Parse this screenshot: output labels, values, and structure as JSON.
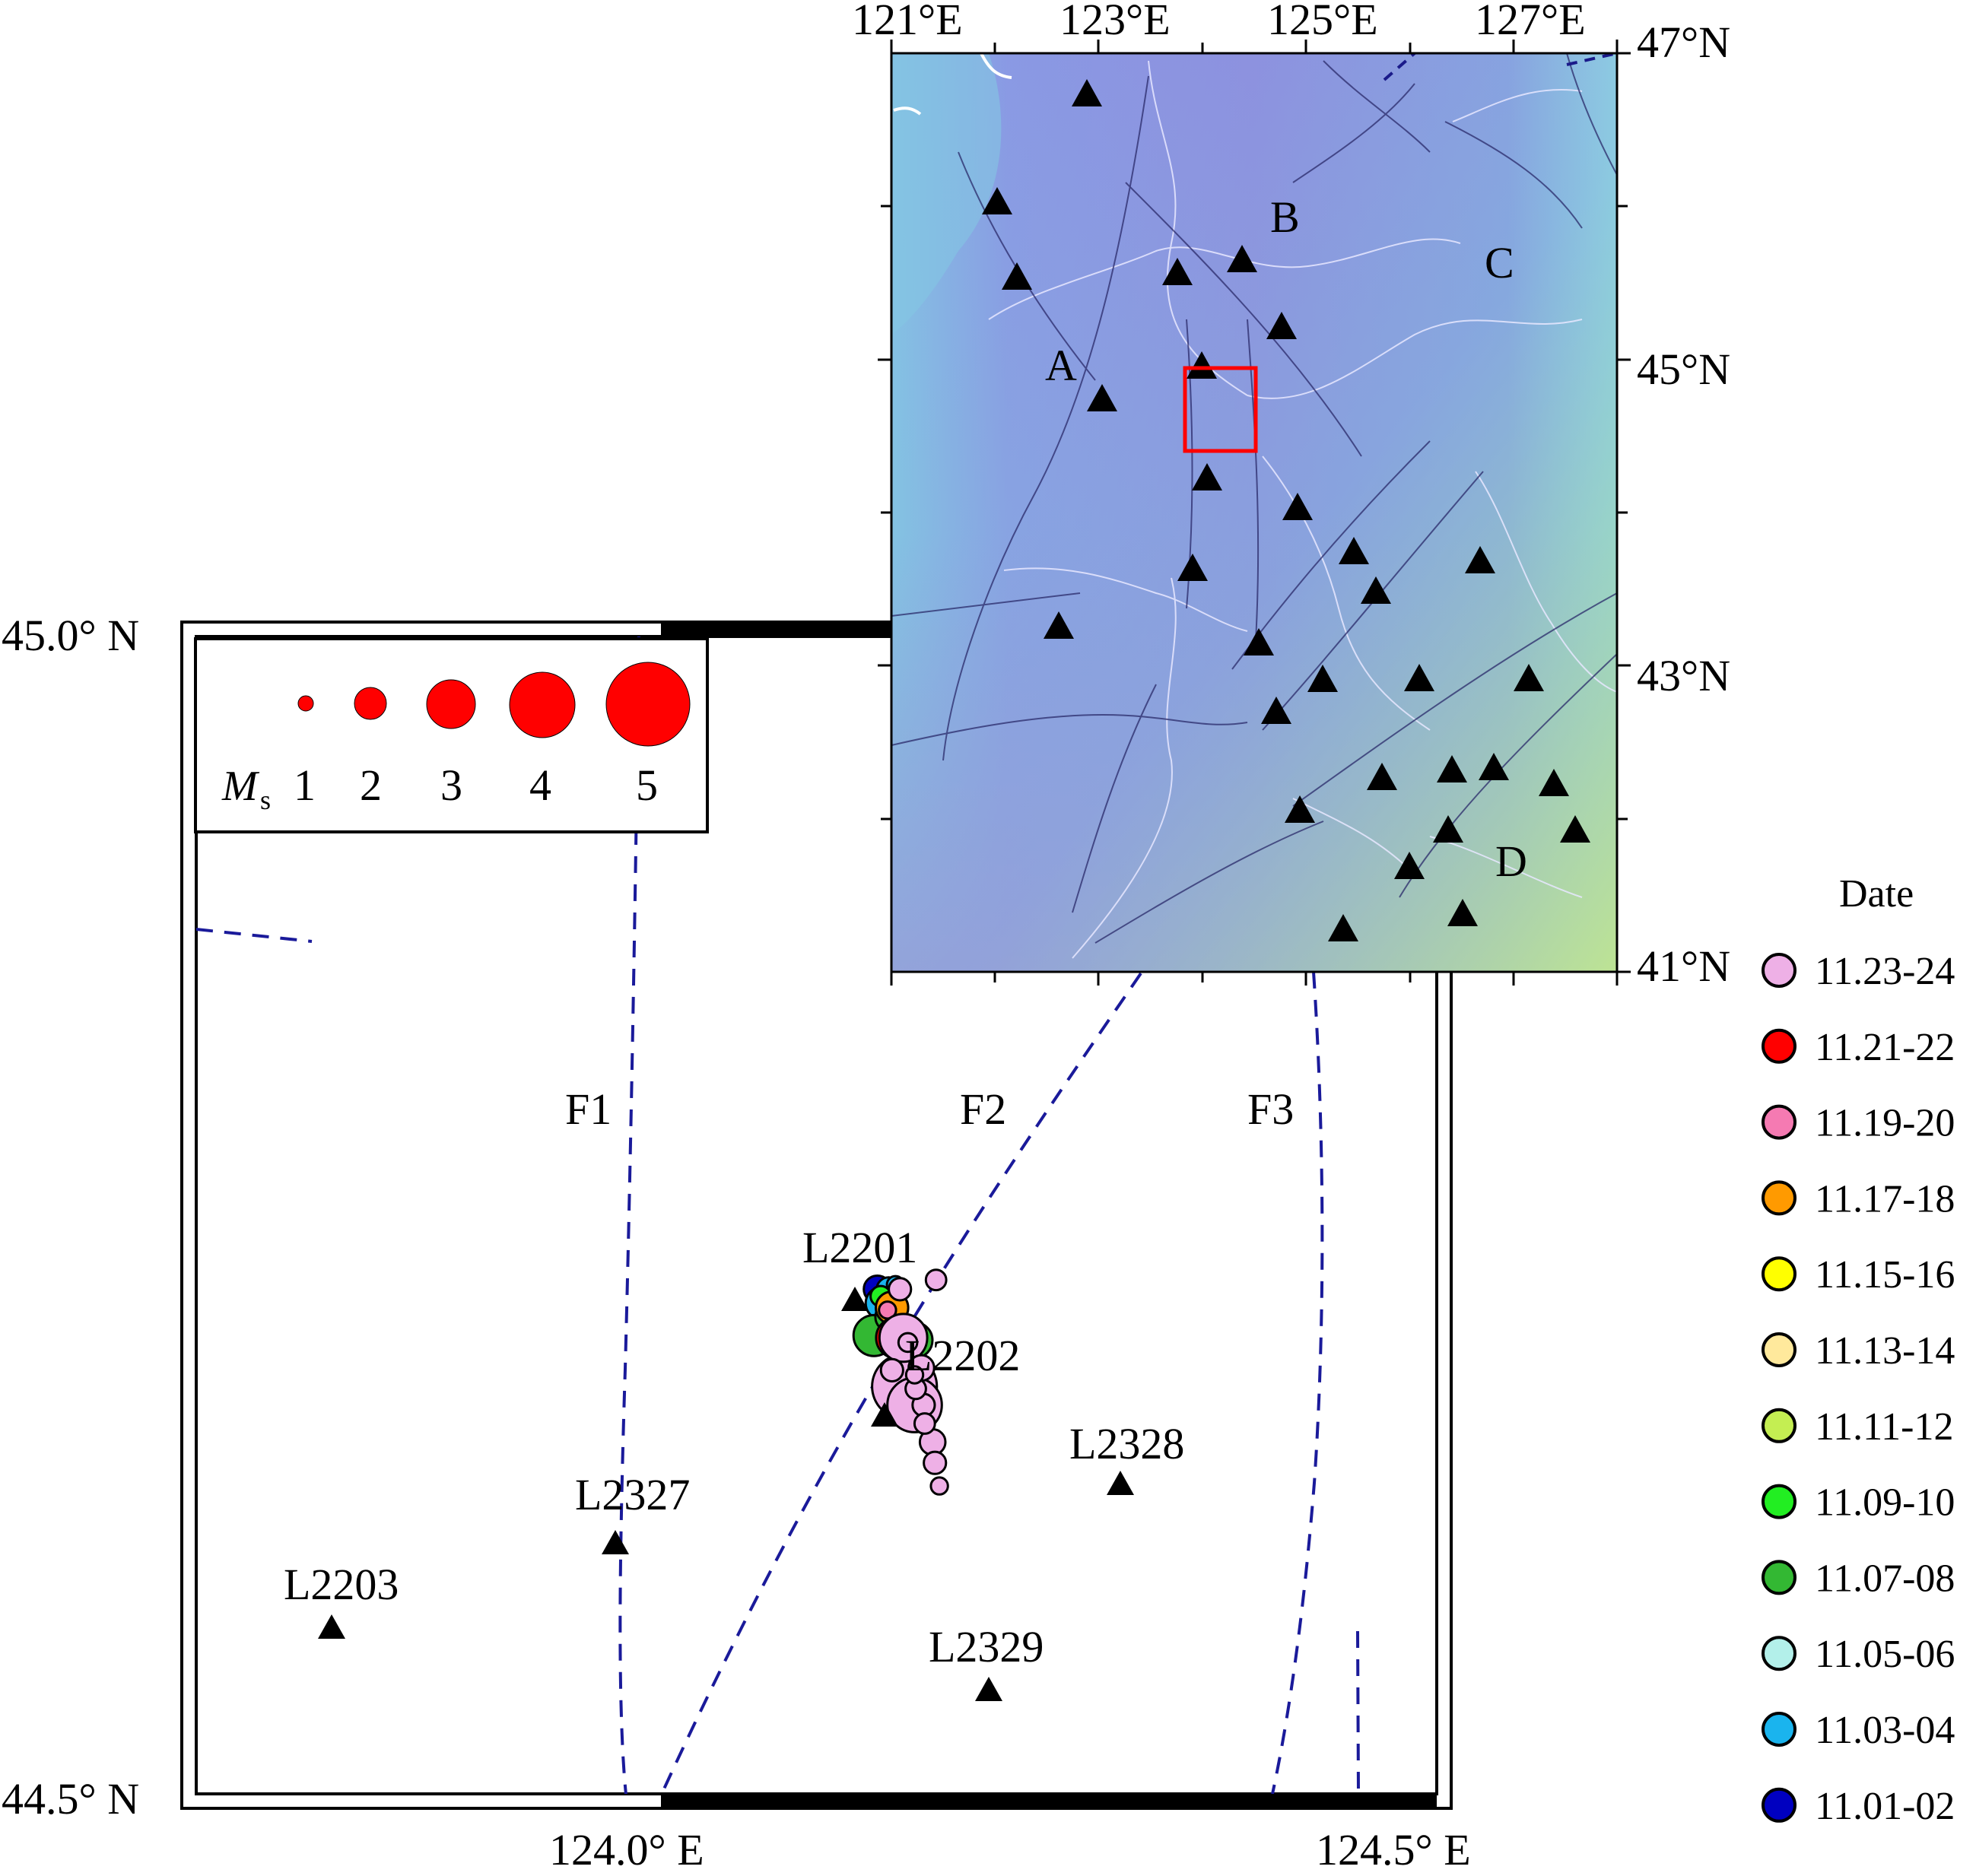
{
  "inset_map": {
    "lon_ticks": [
      "121°E",
      "123°E",
      "125°E",
      "127°E"
    ],
    "lat_ticks": [
      "47°N",
      "45°N",
      "43°N",
      "41°N"
    ],
    "zone_labels": [
      "A",
      "B",
      "C",
      "D"
    ],
    "study_area_box_color": "#ff0000"
  },
  "main_map": {
    "lat_labels": [
      "45.0° N",
      "44.5° N"
    ],
    "lon_labels": [
      "124.0° E",
      "124.5° E"
    ],
    "fault_labels": [
      "F1",
      "F2",
      "F3"
    ],
    "station_labels": [
      "L2201",
      "L2202",
      "L2203",
      "L2327",
      "L2328",
      "L2329"
    ],
    "fault_color": "#1a1a9a"
  },
  "magnitude_legend": {
    "symbol": "M",
    "subscript": "s",
    "values": [
      "1",
      "2",
      "3",
      "4",
      "5"
    ],
    "color": "#ff0000"
  },
  "date_legend": {
    "title": "Date",
    "items": [
      {
        "label": "11.23-24",
        "color": "#eeb0e6"
      },
      {
        "label": "11.21-22",
        "color": "#ff0000"
      },
      {
        "label": "11.19-20",
        "color": "#f57ab2"
      },
      {
        "label": "11.17-18",
        "color": "#ff9a00"
      },
      {
        "label": "11.15-16",
        "color": "#ffff00"
      },
      {
        "label": "11.13-14",
        "color": "#ffe99c"
      },
      {
        "label": "11.11-12",
        "color": "#c4ee52"
      },
      {
        "label": "11.09-10",
        "color": "#22ee22"
      },
      {
        "label": "11.07-08",
        "color": "#33b833"
      },
      {
        "label": "11.05-06",
        "color": "#b3f0ea"
      },
      {
        "label": "11.03-04",
        "color": "#1ab4ee"
      },
      {
        "label": "11.01-02",
        "color": "#0000c0"
      }
    ]
  },
  "events": [
    {
      "date": "11.01-02",
      "lon": 124.104,
      "lat": 44.718,
      "ms": 1.6
    },
    {
      "date": "11.03-04",
      "lon": 124.114,
      "lat": 44.718,
      "ms": 1.4
    },
    {
      "date": "11.03-04",
      "lon": 124.108,
      "lat": 44.712,
      "ms": 1.9
    },
    {
      "date": "11.03-04",
      "lon": 124.12,
      "lat": 44.72,
      "ms": 1.0
    },
    {
      "date": "11.09-10",
      "lon": 124.107,
      "lat": 44.715,
      "ms": 1.2
    },
    {
      "date": "11.07-08",
      "lon": 124.101,
      "lat": 44.698,
      "ms": 2.4
    },
    {
      "date": "11.07-08",
      "lon": 124.115,
      "lat": 44.706,
      "ms": 1.7
    },
    {
      "date": "11.17-18",
      "lon": 124.117,
      "lat": 44.71,
      "ms": 1.9
    },
    {
      "date": "11.19-20",
      "lon": 124.113,
      "lat": 44.709,
      "ms": 1.0
    },
    {
      "date": "11.21-22",
      "lon": 124.121,
      "lat": 44.697,
      "ms": 2.4
    },
    {
      "date": "11.07-08",
      "lon": 124.137,
      "lat": 44.696,
      "ms": 2.1
    },
    {
      "date": "11.01-02",
      "lon": 124.145,
      "lat": 44.679,
      "ms": 0.9
    },
    {
      "date": "11.23-24",
      "lon": 124.127,
      "lat": 44.697,
      "ms": 2.8
    },
    {
      "date": "11.23-24",
      "lon": 124.128,
      "lat": 44.676,
      "ms": 3.8
    },
    {
      "date": "11.23-24",
      "lon": 124.137,
      "lat": 44.668,
      "ms": 3.2
    },
    {
      "date": "11.23-24",
      "lon": 124.124,
      "lat": 44.718,
      "ms": 1.3
    },
    {
      "date": "11.23-24",
      "lon": 124.156,
      "lat": 44.722,
      "ms": 1.2
    },
    {
      "date": "11.23-24",
      "lon": 124.117,
      "lat": 44.683,
      "ms": 1.3
    },
    {
      "date": "11.23-24",
      "lon": 124.131,
      "lat": 44.695,
      "ms": 1.1
    },
    {
      "date": "11.23-24",
      "lon": 124.143,
      "lat": 44.684,
      "ms": 1.5
    },
    {
      "date": "11.23-24",
      "lon": 124.137,
      "lat": 44.681,
      "ms": 1.0
    },
    {
      "date": "11.23-24",
      "lon": 124.138,
      "lat": 44.675,
      "ms": 1.2
    },
    {
      "date": "11.23-24",
      "lon": 124.145,
      "lat": 44.668,
      "ms": 1.3
    },
    {
      "date": "11.23-24",
      "lon": 124.146,
      "lat": 44.66,
      "ms": 1.2
    },
    {
      "date": "11.23-24",
      "lon": 124.153,
      "lat": 44.652,
      "ms": 1.5
    },
    {
      "date": "11.23-24",
      "lon": 124.155,
      "lat": 44.643,
      "ms": 1.3
    },
    {
      "date": "11.23-24",
      "lon": 124.159,
      "lat": 44.633,
      "ms": 1.0
    }
  ]
}
